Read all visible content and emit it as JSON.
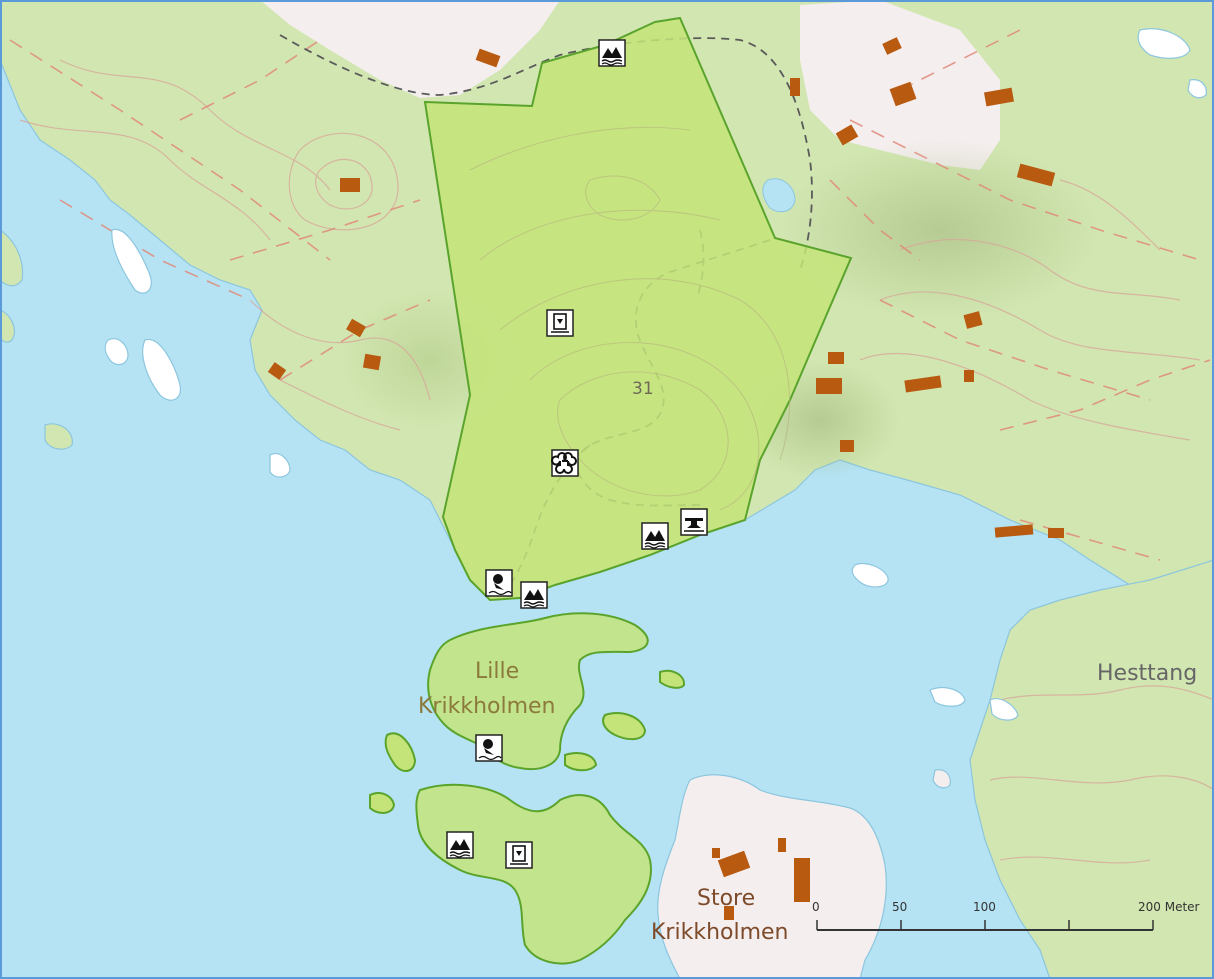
{
  "map": {
    "place_names": {
      "lille_line1": "Lille",
      "lille_line2": "Krikkholmen",
      "store_line1": "Store",
      "store_line2": "Krikkholmen",
      "hesttang": "Hesttang"
    },
    "contour_label": "31",
    "scale_bar": {
      "ticks": [
        "0",
        "50",
        "100",
        "200 Meter"
      ]
    },
    "colors": {
      "sea": "#b5e3f4",
      "land": "#d2e6b1",
      "reserve_fill": "#c4e479",
      "reserve_outline": "#5aa42c",
      "building": "#b85a10",
      "open_land": "#f4eeee",
      "contour": "#d7a99a",
      "path": "#5a5a5a"
    },
    "icons": [
      {
        "name": "landscape-icon"
      },
      {
        "name": "tower-icon"
      },
      {
        "name": "cave-icon"
      },
      {
        "name": "landscape-icon"
      },
      {
        "name": "anvil-icon"
      },
      {
        "name": "bird-icon"
      },
      {
        "name": "landscape-icon"
      },
      {
        "name": "bird-icon"
      },
      {
        "name": "landscape-icon"
      },
      {
        "name": "tower-icon"
      }
    ]
  }
}
